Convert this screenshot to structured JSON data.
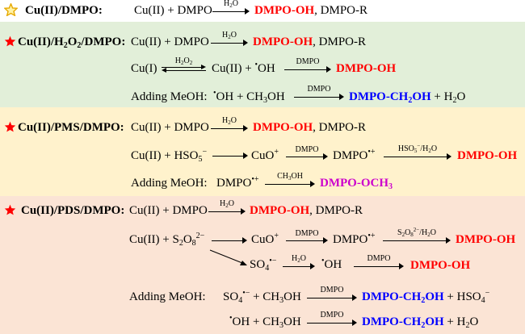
{
  "colors": {
    "band_h2o2": "#e2efd9",
    "band_pms": "#fff2cc",
    "band_pds": "#fbe4d5",
    "star_outline_fill": "#fff3a6",
    "star_outline_stroke": "#e6a800",
    "star_solid": "#ff0000",
    "highlight_red": "#ff0000",
    "highlight_blue": "#0000ff",
    "highlight_magenta": "#cc00cc"
  },
  "icons": [
    "star-outline-icon",
    "star-solid-icon"
  ],
  "text": {
    "cuii": "Cu(II)",
    "cui": "Cu(I)",
    "dmpo": "DMPO",
    "slash": "/",
    "slash_dmpo": "/DMPO:",
    "plus_dmpo": " + DMPO",
    "plus": " + ",
    "plus_oh": " + ",
    "oh": "OH",
    "radical_dot": "•",
    "dmpo_oh": "DMPO-OH",
    "comma_dmpor": ", DMPO-R",
    "adding_meoh": "Adding MeOH:",
    "ch3oh": "CH",
    "ch3oh_sub": "3",
    "oh_tail": "OH",
    "dmpo_ch2oh_a": "DMPO-CH",
    "dmpo_ch2oh_sub": "2",
    "dmpo_ch2oh_b": "OH",
    "plus_h2o_a": " + H",
    "h2o_sub": "2",
    "plus_h2o_b": "O",
    "h2o2_a": "H",
    "h2o2_sub1": "2",
    "h2o2_b": "O",
    "h2o2_sub2": "2",
    "pms": "PMS",
    "pds": "PDS",
    "hso5_a": "HSO",
    "hso5_sub": "5",
    "minus": "−",
    "cuo_plus": "CuO",
    "plus_sup": "+",
    "dmpo_rad_sup": "•+",
    "dmpo_och3_a": "DMPO-OCH",
    "dmpo_och3_sub": "3",
    "s2o8_s": "S",
    "s2o8_sub1": "2",
    "s2o8_o": "O",
    "s2o8_sub2": "8",
    "s2o8_sup": "2−",
    "so4_a": "SO",
    "so4_sub": "4",
    "so4_sup": "•−",
    "plus_hso4_a": " + HSO",
    "hso4_sub": "4",
    "hso4_sup": "−",
    "arrow_label_h2o_a": "H",
    "arrow_label_h2o_sub": "2",
    "arrow_label_h2o_b": "O",
    "arrow_label_dmpo": "DMPO",
    "arrow_label_ch3oh_a": "CH",
    "arrow_label_ch3oh_sub": "3",
    "arrow_label_ch3oh_b": "OH",
    "arrow_label_hso5_h2o_a": "HSO",
    "arrow_label_hso5_sub": "5",
    "arrow_label_hso5_sup": "−",
    "arrow_label_hso5_h2o_b": "/H",
    "arrow_label_hso5_h2o_sub": "2",
    "arrow_label_hso5_h2o_c": "O",
    "arrow_label_s2o8_h2o_a": "S",
    "arrow_label_s2o8_sub1": "2",
    "arrow_label_s2o8_o": "O",
    "arrow_label_s2o8_sub2": "8",
    "arrow_label_s2o8_sup": "2−",
    "arrow_label_s2o8_h2o_b": "/H",
    "arrow_label_s2o8_h2o_sub": "2",
    "arrow_label_s2o8_h2o_c": "O"
  }
}
